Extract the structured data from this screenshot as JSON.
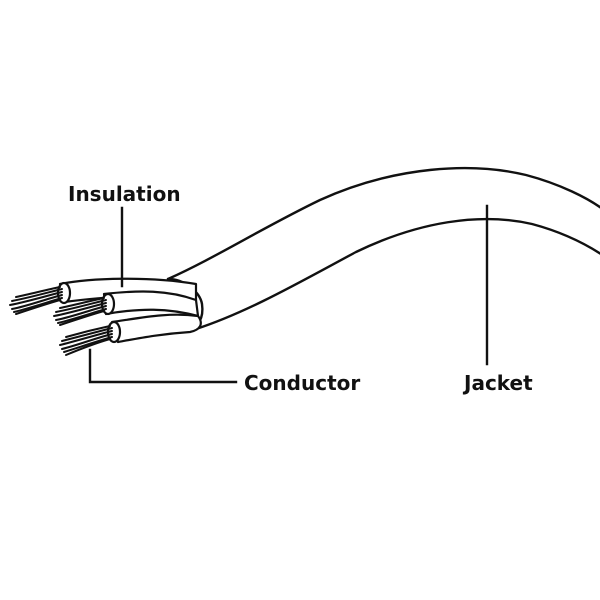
{
  "labels": {
    "insulation": "Insulation",
    "conductor": "Conductor",
    "jacket": "Jacket"
  },
  "colors": {
    "line": "#111111",
    "conductor": "#111111",
    "background": "#ffffff"
  }
}
